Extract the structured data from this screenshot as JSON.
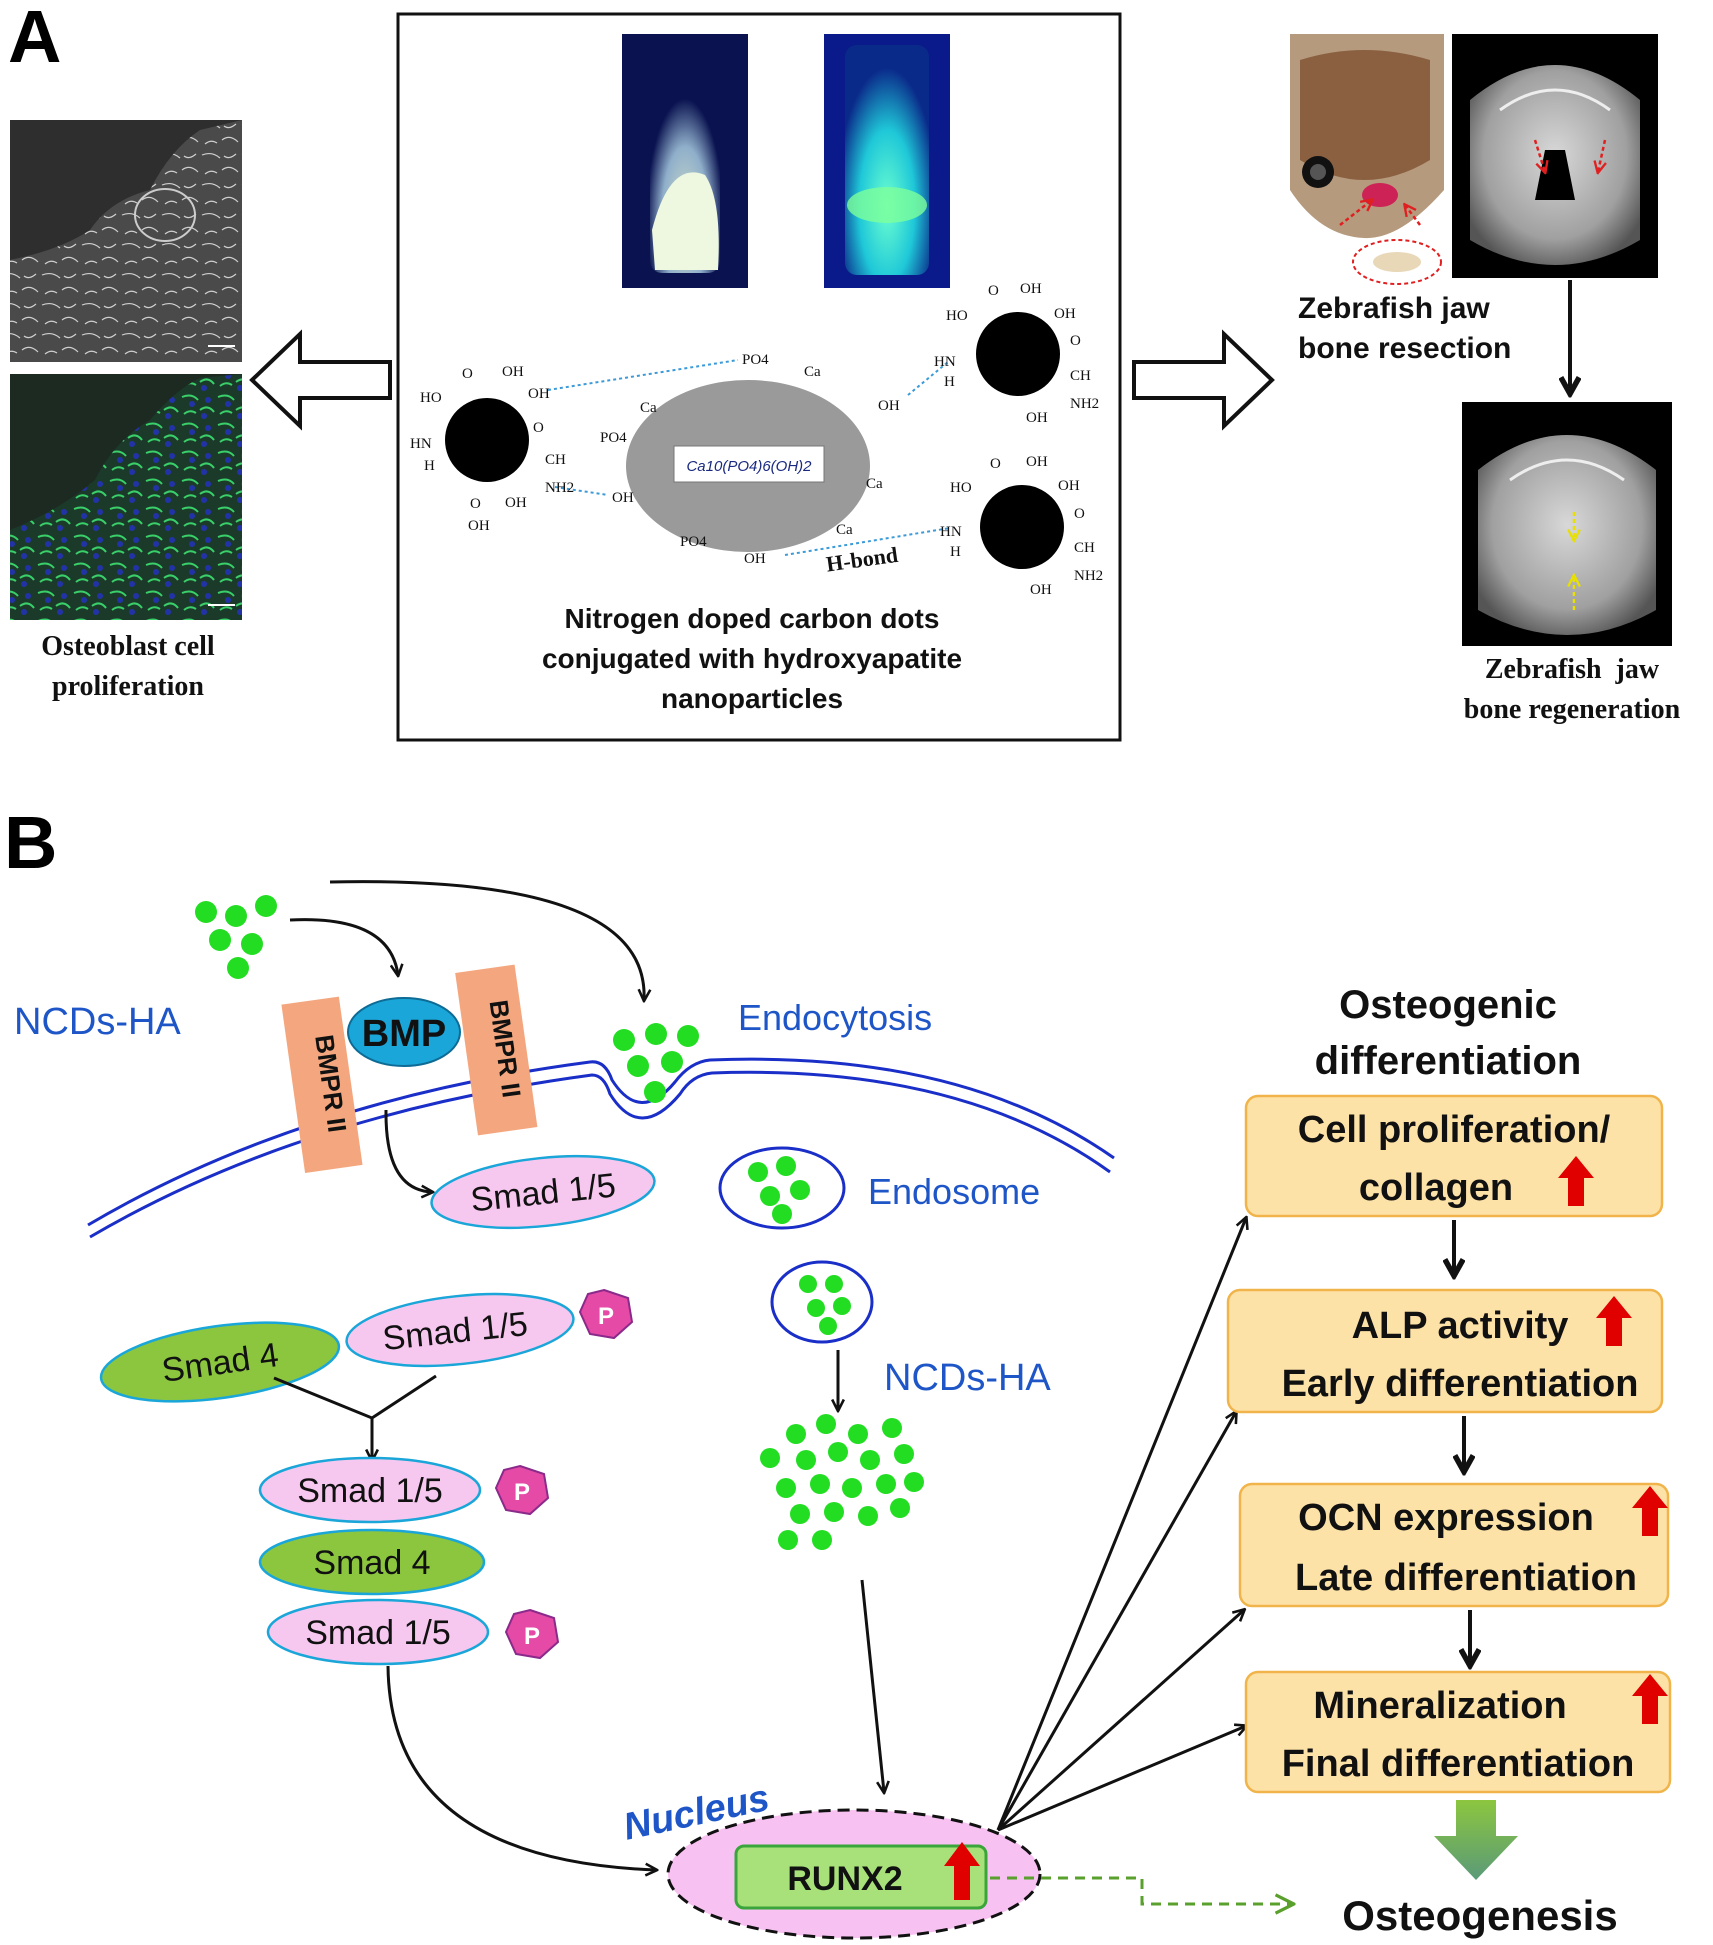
{
  "panel_a": {
    "label": "A",
    "left_caption": [
      "Osteoblast cell",
      "proliferation"
    ],
    "center_caption": [
      "Nitrogen doped carbon dots",
      "conjugated with hydroxyapatite",
      "nanoparticles"
    ],
    "ha_formula": "Ca10(PO4)6(OH)2",
    "hbond_label": "H-bond",
    "chem": {
      "oh": "OH",
      "ho": "HO",
      "o": "O",
      "ch": "CH",
      "nh2": "NH2",
      "hn": "HN",
      "h": "H",
      "ca": "Ca",
      "po4": "PO4"
    },
    "resection_caption": [
      "Zebrafish jaw",
      "bone resection"
    ],
    "regeneration_caption": [
      "Zebrafish  jaw",
      "bone regeneration"
    ]
  },
  "panel_b": {
    "label": "B",
    "ncds_ha_top": "NCDs-HA",
    "bmp": "BMP",
    "bmpr": "BMPR II",
    "endocytosis": "Endocytosis",
    "endosome": "Endosome",
    "ncds_ha_mid": "NCDs-HA",
    "smad15": "Smad 1/5",
    "smad4": "Smad 4",
    "p": "P",
    "nucleus": "Nucleus",
    "runx2": "RUNX2",
    "osteogenic_title": [
      "Osteogenic",
      "differentiation"
    ],
    "stages": [
      {
        "line1": "Cell proliferation/",
        "line2": "collagen"
      },
      {
        "line1": "ALP activity",
        "line2": "Early differentiation"
      },
      {
        "line1": "OCN expression",
        "line2": "Late differentiation"
      },
      {
        "line1": "Mineralization",
        "line2": "Final differentiation"
      }
    ],
    "osteogenesis": "Osteogenesis"
  },
  "colors": {
    "blue_label": "#1e56c8",
    "green_dot": "#22dd22",
    "stage_fill": "#fde2a8",
    "stage_stroke": "#f0b44a",
    "bmpr_fill": "#f4a77e",
    "bmp_fill": "#1aa6d8",
    "smad15_fill": "#f7c8ef",
    "smad4_fill": "#8cc63f",
    "p_fill": "#e44aa6",
    "nucleus_fill": "#f7c2f2",
    "runx2_fill": "#a8e17a",
    "up_arrow": "#e00000"
  }
}
